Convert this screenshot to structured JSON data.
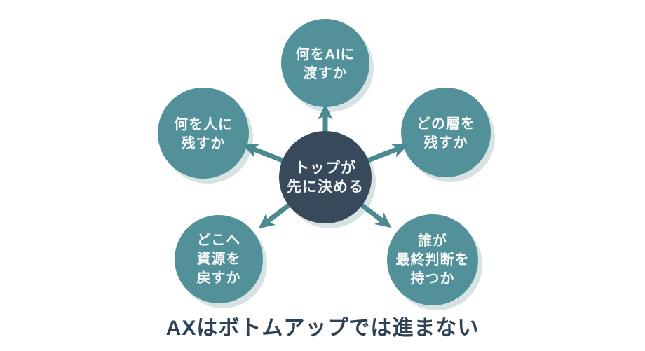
{
  "title": "AXはボトムアップでは進まない",
  "colors": {
    "background": "#ffffff",
    "teal": "#529199",
    "navy": "#38495b",
    "arrow": "#4b8a90",
    "shadow": "#d6e3e2",
    "circle_text": "#f6f8f7",
    "title_text": "#2e4254"
  },
  "center": {
    "id": "center",
    "lines": [
      "トップが",
      "先に決める"
    ]
  },
  "satellites": [
    {
      "id": "top",
      "lines": [
        "何をAIに",
        "渡すか"
      ]
    },
    {
      "id": "left",
      "lines": [
        "何を人に",
        "残すか"
      ]
    },
    {
      "id": "right",
      "lines": [
        "どの層を",
        "残すか"
      ]
    },
    {
      "id": "bottom-left",
      "lines": [
        "どこへ",
        "資源を",
        "戻すか"
      ]
    },
    {
      "id": "bottom-right",
      "lines": [
        "誰が",
        "最終判断を",
        "持つか"
      ]
    }
  ]
}
